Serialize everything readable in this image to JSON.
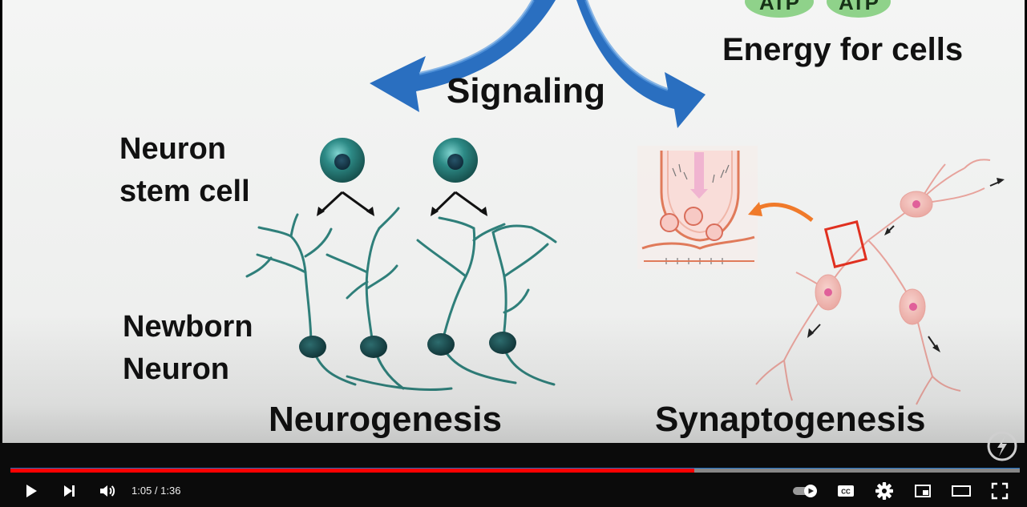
{
  "video": {
    "texts": {
      "signaling": "Signaling",
      "energy": "Energy for cells",
      "atp_left": "ATP",
      "atp_right": "ATP",
      "stem_line1": "Neuron",
      "stem_line2": "stem cell",
      "newborn_line1": "Newborn",
      "newborn_line2": "Neuron",
      "neurogenesis": "Neurogenesis",
      "synaptogenesis": "Synaptogenesis"
    },
    "colors": {
      "arrow_blue": "#2a6fc0",
      "neuron_teal": "#2f7f7a",
      "orange_arrow": "#f07a2a",
      "nerve_pink": "#f2b9b4"
    }
  },
  "player": {
    "time_current": "1:05",
    "time_separator": " / ",
    "time_total": "1:36",
    "progress_played_fraction": 0.6778,
    "progress_buffered_fraction": 1.0,
    "colors": {
      "played": "#ff0000",
      "background": "#0b0b0b"
    },
    "icons": [
      "play-icon",
      "next-icon",
      "volume-icon",
      "autoplay-toggle-icon",
      "captions-icon",
      "settings-icon",
      "miniplayer-icon",
      "theater-icon",
      "fullscreen-icon"
    ],
    "captions_label": "CC"
  }
}
